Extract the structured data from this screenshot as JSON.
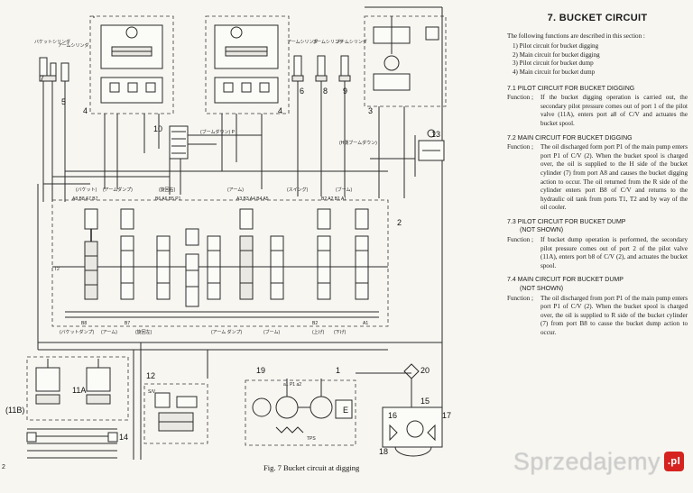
{
  "section": {
    "title": "7.   BUCKET CIRCUIT"
  },
  "intro": "The following functions are described in this section :",
  "items": [
    "1)  Pilot circuit for bucket digging",
    "2)  Main circuit for bucket digging",
    "3)  Pilot circuit for bucket dump",
    "4)  Main circuit for bucket dump"
  ],
  "subsections": [
    {
      "heading": "7.1  PILOT CIRCUIT FOR BUCKET DIGGING",
      "note": "",
      "label": "Function ;",
      "body": "If the bucket digging operation is carried out, the secondary pilot pressure comes out of port 1 of the pilot valve (11A), enters port a8 of C/V and actuates the bucket spool."
    },
    {
      "heading": "7.2  MAIN CIRCUIT FOR BUCKET DIGGING",
      "note": "",
      "label": "Function ;",
      "body": "The oil discharged form port P1 of the main pump enters port P1 of C/V (2). When the bucket spool is charged over, the oil is supplied to the H side of the bucket cylinder (7) from port A8 and causes the bucket digging action to occur. The oil returned from the R side of the cylinder enters port B8 of C/V and returns to the hydraulic oil tank from ports T1, T2 and by way of the oil cooler."
    },
    {
      "heading": "7.3  PILOT CIRCUIT FOR BUCKET DUMP",
      "note": "(NOT SHOWN)",
      "label": "Function ;",
      "body": "If bucket dump operation is performed, the secondary pilot pressure comes out of port 2 of the pilot valve (11A), enters port b8 of C/V (2), and actuates the bucket spool."
    },
    {
      "heading": "7.4  MAIN CIRCUIT FOR BUCKET DUMP",
      "note": "(NOT SHOWN)",
      "label": "Function ;",
      "body": "The oil discharged from port P1 of the main pump enters port P1 of C/V (2). When the bucket spool is charged over, the oil is supplied to R side of the bucket cylinder (7) from port B8 to cause the bucket dump action to occur."
    }
  ],
  "figure": {
    "caption": "Fig. 7    Bucket circuit at digging"
  },
  "page_number": "2",
  "callouts": [
    "7",
    "5",
    "4",
    "4",
    "6",
    "8",
    "9",
    "3",
    "10",
    "13",
    "2",
    "12",
    "11A",
    "(11B)",
    "14",
    "19",
    "1",
    "20",
    "15",
    "16",
    "17",
    "18",
    "E"
  ],
  "watermark": {
    "brand": "Sprzedajemy",
    "badge": ".pl"
  }
}
